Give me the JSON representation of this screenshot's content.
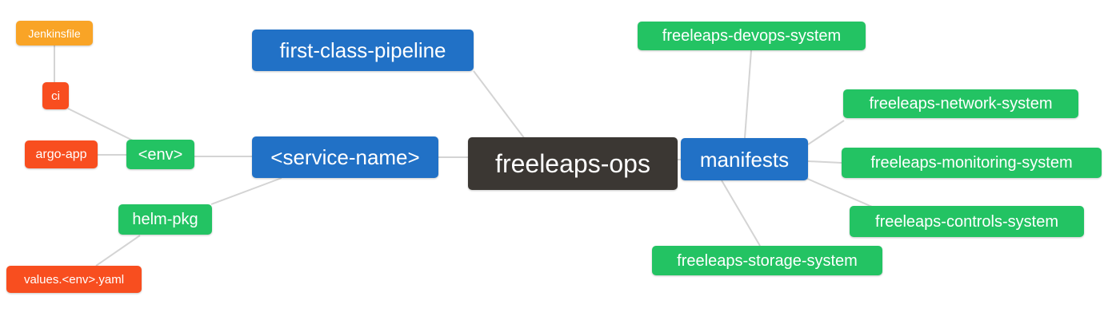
{
  "diagram": {
    "type": "mindmap",
    "root": "freeleaps-ops",
    "background": "#ffffff",
    "edge_color": "#d4d4d4",
    "palette": {
      "root_dark": "#3B3733",
      "branch_blue": "#2171C6",
      "leaf_green": "#23C363",
      "leaf_orange_red": "#F84E1F",
      "leaf_amber": "#F9A426"
    },
    "nodes": {
      "freeleaps_ops": {
        "label": "freeleaps-ops",
        "color": "#3B3733"
      },
      "first_class_pipeline": {
        "label": "first-class-pipeline",
        "color": "#2171C6"
      },
      "service_name": {
        "label": "<service-name>",
        "color": "#2171C6"
      },
      "manifests": {
        "label": "manifests",
        "color": "#2171C6"
      },
      "env": {
        "label": "<env>",
        "color": "#23C363"
      },
      "helm_pkg": {
        "label": "helm-pkg",
        "color": "#23C363"
      },
      "ci": {
        "label": "ci",
        "color": "#F84E1F"
      },
      "argo_app": {
        "label": "argo-app",
        "color": "#F84E1F"
      },
      "jenkinsfile": {
        "label": "Jenkinsfile",
        "color": "#F9A426"
      },
      "values_env_yaml": {
        "label": "values.<env>.yaml",
        "color": "#F84E1F"
      },
      "devops_system": {
        "label": "freeleaps-devops-system",
        "color": "#23C363"
      },
      "network_system": {
        "label": "freeleaps-network-system",
        "color": "#23C363"
      },
      "monitoring_system": {
        "label": "freeleaps-monitoring-system",
        "color": "#23C363"
      },
      "controls_system": {
        "label": "freeleaps-controls-system",
        "color": "#23C363"
      },
      "storage_system": {
        "label": "freeleaps-storage-system",
        "color": "#23C363"
      }
    },
    "edges": [
      {
        "from": "jenkinsfile",
        "to": "ci"
      },
      {
        "from": "ci",
        "to": "env"
      },
      {
        "from": "argo_app",
        "to": "env"
      },
      {
        "from": "env",
        "to": "service_name"
      },
      {
        "from": "helm_pkg",
        "to": "service_name"
      },
      {
        "from": "values_env_yaml",
        "to": "helm_pkg"
      },
      {
        "from": "service_name",
        "to": "freeleaps_ops"
      },
      {
        "from": "first_class_pipeline",
        "to": "freeleaps_ops"
      },
      {
        "from": "freeleaps_ops",
        "to": "manifests"
      },
      {
        "from": "manifests",
        "to": "devops_system"
      },
      {
        "from": "manifests",
        "to": "network_system"
      },
      {
        "from": "manifests",
        "to": "monitoring_system"
      },
      {
        "from": "manifests",
        "to": "controls_system"
      },
      {
        "from": "manifests",
        "to": "storage_system"
      }
    ]
  }
}
